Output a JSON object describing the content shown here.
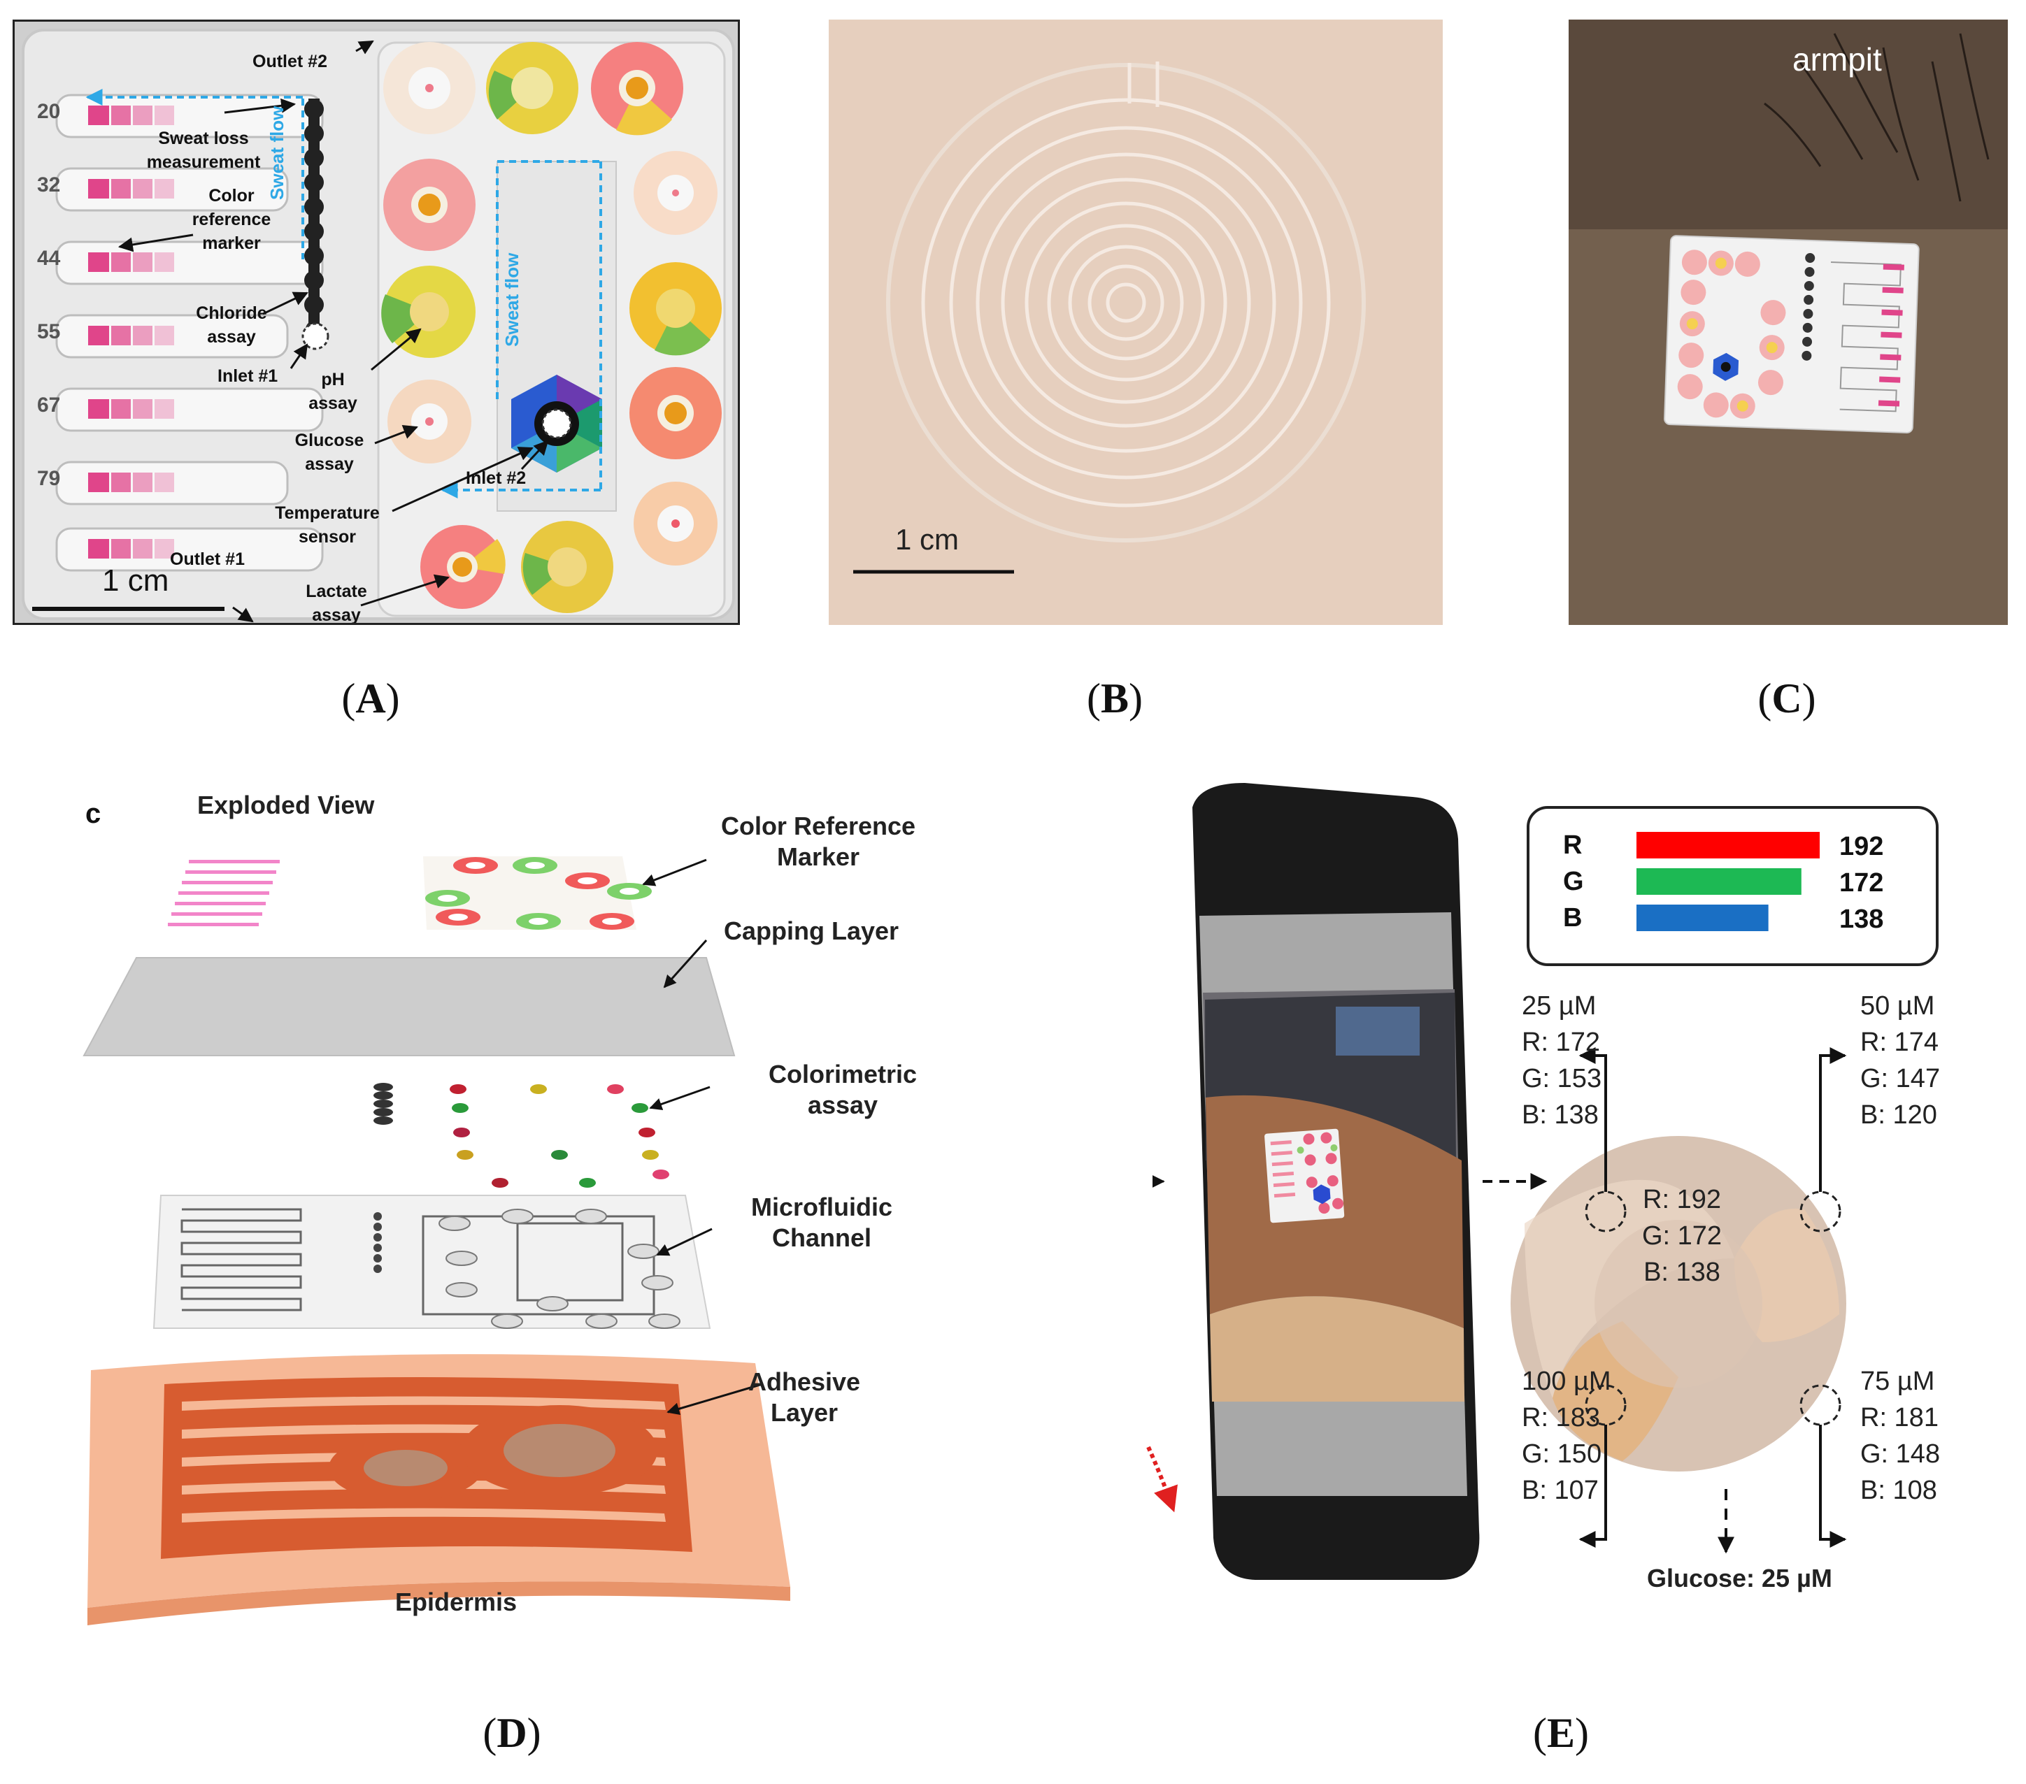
{
  "figure": {
    "captions": {
      "A": "A",
      "B": "B",
      "C": "C",
      "D": "D",
      "E": "E"
    }
  },
  "panel_a": {
    "reference_labels": [
      "20",
      "32",
      "44",
      "55",
      "67",
      "79"
    ],
    "labels": {
      "outlet2": "Outlet #2",
      "sweat_loss": [
        "Sweat loss",
        "measurement"
      ],
      "color_ref": [
        "Color",
        "reference",
        "marker"
      ],
      "chloride": [
        "Chloride",
        "assay"
      ],
      "inlet1": "Inlet #1",
      "ph": [
        "pH",
        "assay"
      ],
      "glucose": [
        "Glucose",
        "assay"
      ],
      "inlet2": "Inlet #2",
      "temperature": [
        "Temperature",
        "sensor"
      ],
      "outlet1": "Outlet #1",
      "lactate": [
        "Lactate",
        "assay"
      ],
      "sweat_flow": "Sweat flow",
      "scale": "1 cm"
    }
  },
  "panel_b": {
    "scale": "1 cm"
  },
  "panel_c": {
    "location": "armpit"
  },
  "panel_d": {
    "panel_letter": "c",
    "title": "Exploded View",
    "layers": {
      "color_ref": [
        "Color Reference",
        "Marker"
      ],
      "capping": "Capping Layer",
      "colorimetric": [
        "Colorimetric",
        "assay"
      ],
      "microfluidic": [
        "Microfluidic",
        "Channel"
      ],
      "adhesive": [
        "Adhesive",
        "Layer"
      ],
      "epidermis": "Epidermis"
    }
  },
  "panel_e": {
    "rgb_box": [
      {
        "channel": "R",
        "value": "192",
        "fraction": 1.0,
        "color": "#ff0000"
      },
      {
        "channel": "G",
        "value": "172",
        "fraction": 0.9,
        "color": "#1db954"
      },
      {
        "channel": "B",
        "value": "138",
        "fraction": 0.72,
        "color": "#1a6fc4"
      }
    ],
    "center": [
      "R: 192",
      "G: 172",
      "B: 138"
    ],
    "references": {
      "tl": [
        "25 µM",
        "R: 172",
        "G:  153",
        "B: 138"
      ],
      "tr": [
        "50 µM",
        "R: 174",
        "G:  147",
        "B: 120"
      ],
      "bl": [
        "100 µM",
        "R: 183",
        "G:  150",
        "B: 107"
      ],
      "br": [
        "75 µM",
        "R: 181",
        "G:  148",
        "B: 108"
      ]
    },
    "result": "Glucose:  25 µM"
  }
}
